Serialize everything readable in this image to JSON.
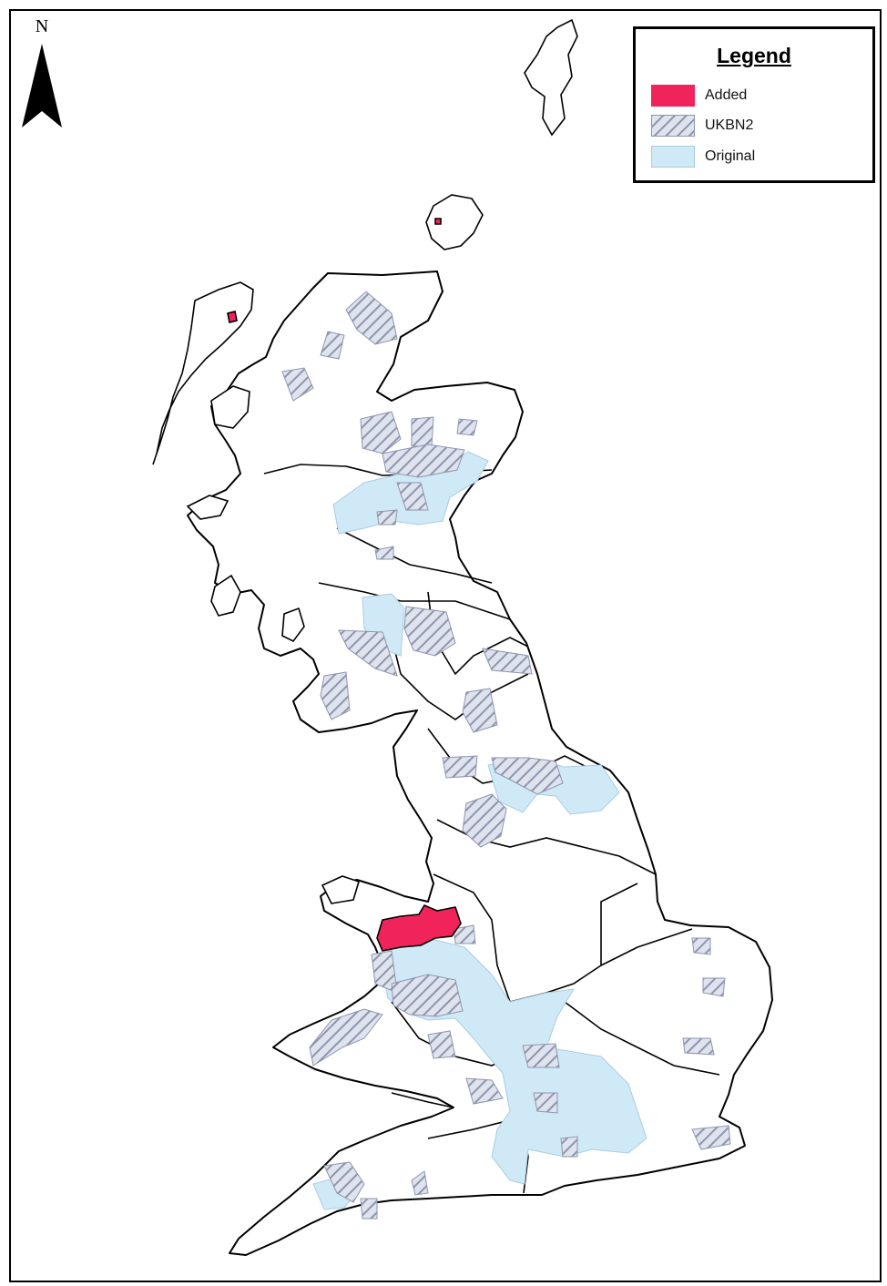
{
  "legend": {
    "title": "Legend",
    "items": [
      {
        "label": "Added",
        "pattern": "solid",
        "color": "#f0245a"
      },
      {
        "label": "UKBN2",
        "pattern": "hatched",
        "color": "#8e95ad"
      },
      {
        "label": "Original",
        "pattern": "solid",
        "color": "#cfe9f6"
      }
    ]
  },
  "north_arrow": {
    "label": "N"
  },
  "colors": {
    "outline": "#000000",
    "added": "#f0245a",
    "ukbn2_hatch": "#8e95ad",
    "original": "#cfe9f6"
  }
}
